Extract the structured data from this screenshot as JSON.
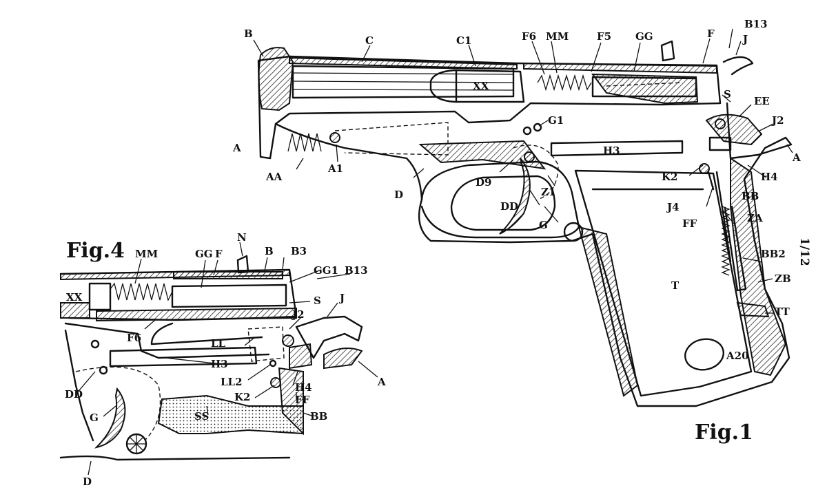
{
  "fig1": {
    "title": "Fig.1",
    "labels": [
      "B",
      "C",
      "C1",
      "F6",
      "MM",
      "F5",
      "GG",
      "F",
      "B13",
      "J",
      "XX",
      "S",
      "EE",
      "J2",
      "A",
      "A",
      "G1",
      "H3",
      "H4",
      "K2",
      "AA",
      "A1",
      "D",
      "D9",
      "DD",
      "Z1",
      "G",
      "J4",
      "FF",
      "BB",
      "ZA",
      "BB2",
      "T",
      "ZB",
      "TT",
      "A20"
    ]
  },
  "fig4": {
    "title": "Fig.4",
    "labels": [
      "MM",
      "GG",
      "F",
      "N",
      "B",
      "B3",
      "GG1",
      "B13",
      "XX",
      "S",
      "J",
      "J2",
      "F6",
      "LL",
      "H3",
      "A",
      "LL2",
      "H4",
      "K2",
      "FF",
      "DD",
      "G",
      "SS",
      "BB",
      "D"
    ]
  },
  "sheet_number": "1/12"
}
